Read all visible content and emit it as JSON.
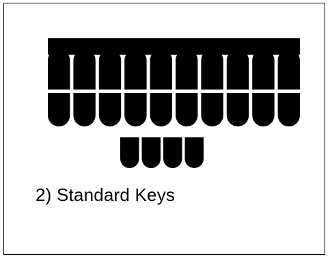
{
  "diagram": {
    "caption": "2)  Standard Keys",
    "colors": {
      "key": "#000000",
      "background": "#ffffff",
      "border": "#000000"
    },
    "upper_row": {
      "key_count": 10
    },
    "lower_row": {
      "key_count": 4
    }
  }
}
